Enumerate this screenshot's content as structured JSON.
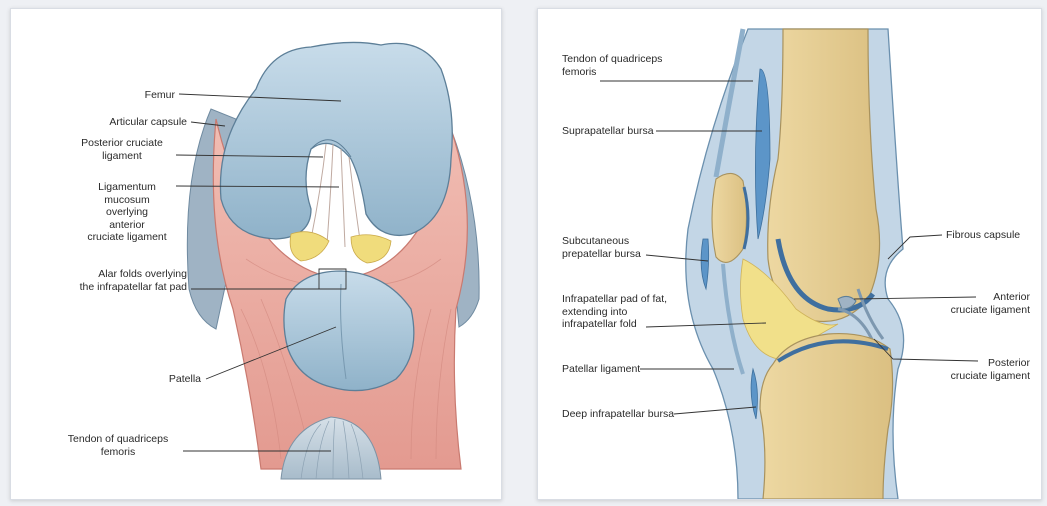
{
  "left_figure": {
    "labels": {
      "femur": [
        "Femur"
      ],
      "articular_capsule": [
        "Articular capsule"
      ],
      "posterior_cruciate": [
        "Posterior cruciate",
        "ligament"
      ],
      "ligamentum_mucosum": [
        "Ligamentum",
        "mucosum",
        "overlying",
        "anterior",
        "cruciate ligament"
      ],
      "alar_folds": [
        "Alar folds overlying",
        "the infrapatellar fat pad"
      ],
      "patella": [
        "Patella"
      ],
      "tendon_quadriceps": [
        "Tendon of quadriceps",
        "femoris"
      ]
    }
  },
  "right_figure": {
    "labels": {
      "tendon_quadriceps": [
        "Tendon of quadriceps",
        "femoris"
      ],
      "suprapatellar_bursa": [
        "Suprapatellar bursa"
      ],
      "subcutaneous_bursa": [
        "Subcutaneous",
        "prepatellar bursa"
      ],
      "infrapatellar_pad": [
        "Infrapatellar pad of fat,",
        "extending into",
        "infrapatellar fold"
      ],
      "patellar_ligament": [
        "Patellar ligament"
      ],
      "deep_bursa": [
        "Deep infrapatellar bursa"
      ],
      "fibrous_capsule": [
        "Fibrous capsule"
      ],
      "anterior_cruciate": [
        "Anterior",
        "cruciate ligament"
      ],
      "posterior_cruciate": [
        "Posterior",
        "cruciate ligament"
      ]
    }
  },
  "colors": {
    "cartilage": "#a9c9dc",
    "capsule": "#e9a9a0",
    "bone": "#e6cf95",
    "fat": "#f0dd78",
    "synovial": "#5c95c8",
    "tendon": "#c5d2dd"
  }
}
